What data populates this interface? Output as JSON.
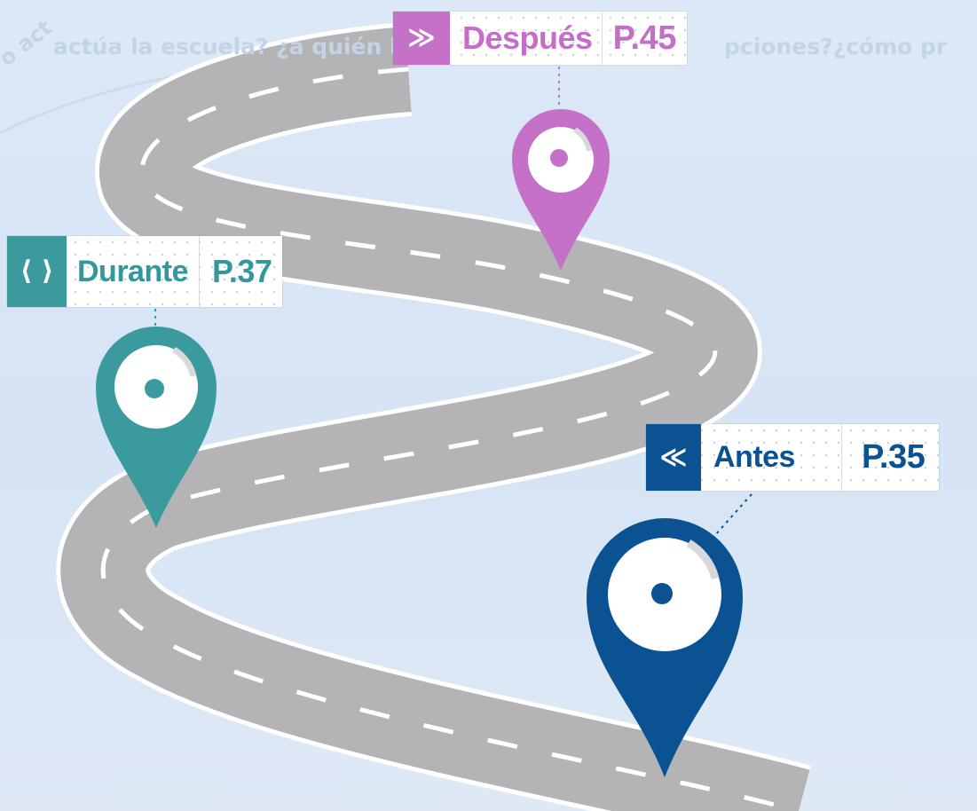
{
  "background_text": {
    "line_left": "actúa la escuela? ¿a quién ll",
    "line_right": "pciones?¿cómo pr",
    "curve_fragment": "o act"
  },
  "markers": [
    {
      "id": "despues",
      "icon": "double-chevron-right-icon",
      "glyph": "≫",
      "label": "Después",
      "page": "P.45",
      "color": "#c571c8"
    },
    {
      "id": "durante",
      "icon": "angle-brackets-icon",
      "glyph": "⟨ ⟩",
      "label": "Durante",
      "page": "P.37",
      "color": "#3a9a9e"
    },
    {
      "id": "antes",
      "icon": "double-chevron-left-icon",
      "glyph": "≪",
      "label": "Antes",
      "page": "P.35",
      "color": "#0a5291"
    }
  ],
  "colors": {
    "road": "#b4b3b5",
    "road_edge": "#ffffff",
    "lane_marking": "#ffffff"
  }
}
